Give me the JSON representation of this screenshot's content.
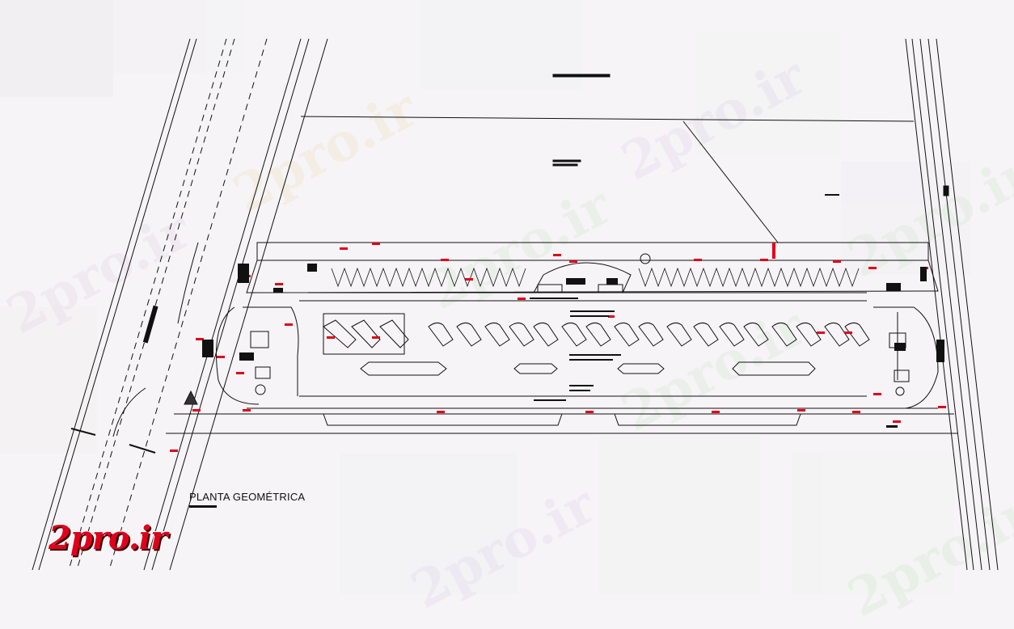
{
  "drawing": {
    "title": "PLANTA GEOMÉTRICA",
    "line_color": "#111111",
    "dimension_color": "#e0001b",
    "background_color": "#f6f4f6"
  },
  "branding": {
    "logo_text": "2pro.ir",
    "logo_color": "#e0001b",
    "watermark_text": "2pro.ir",
    "watermark_colors": [
      "#d4a0c8",
      "#9fd39a",
      "#c9a3e0",
      "#e0a0a0"
    ]
  }
}
